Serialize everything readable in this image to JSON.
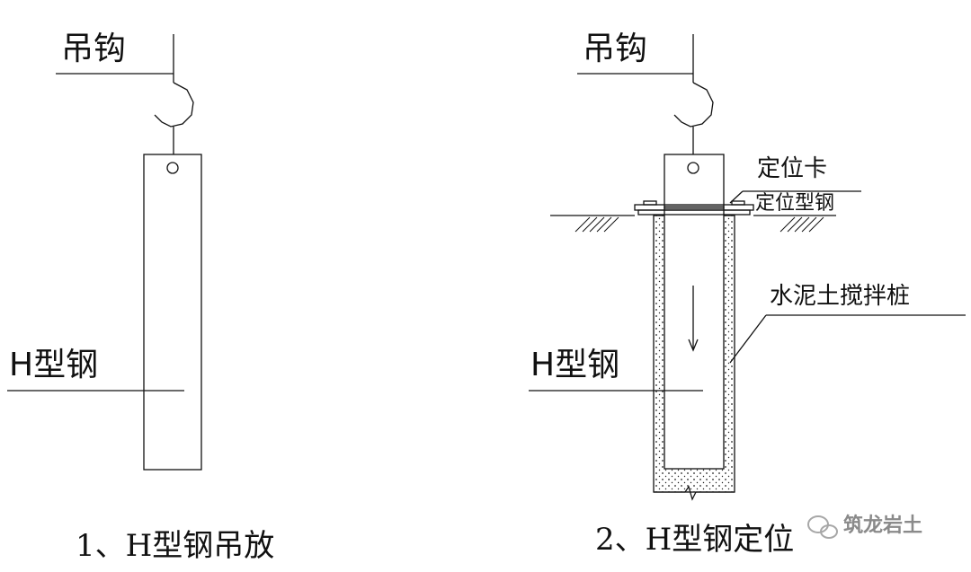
{
  "panel1": {
    "hook_label": "吊钩",
    "beam_label": "H型钢",
    "caption": "1、H型钢吊放"
  },
  "panel2": {
    "hook_label": "吊钩",
    "clamp_label": "定位卡",
    "guide_label": "定位型钢",
    "pile_label": "水泥土搅拌桩",
    "beam_label": "H型钢",
    "caption": "2、H型钢定位"
  },
  "watermark": {
    "text": "筑龙岩土",
    "icon": "wechat-icon"
  },
  "colors": {
    "line": "#111111",
    "background": "#ffffff",
    "pile_fill": "#f4f4f4",
    "watermark": "#8a8a8a"
  }
}
